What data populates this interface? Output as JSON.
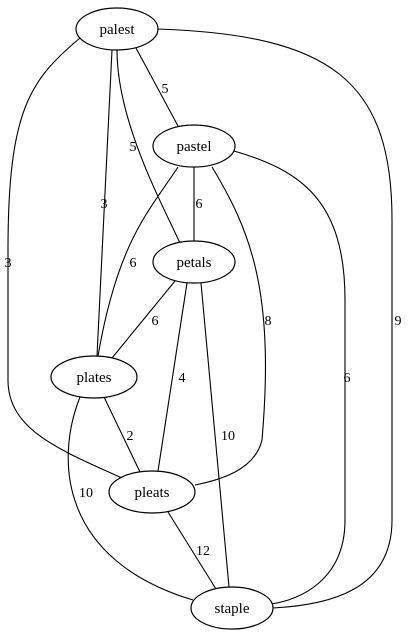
{
  "graph": {
    "nodes": [
      {
        "id": "palest",
        "label": "palest"
      },
      {
        "id": "pastel",
        "label": "pastel"
      },
      {
        "id": "petals",
        "label": "petals"
      },
      {
        "id": "plates",
        "label": "plates"
      },
      {
        "id": "pleats",
        "label": "pleats"
      },
      {
        "id": "staple",
        "label": "staple"
      }
    ],
    "edges": [
      {
        "source": "palest",
        "target": "pastel",
        "weight": "5"
      },
      {
        "source": "palest",
        "target": "petals",
        "weight": "5"
      },
      {
        "source": "palest",
        "target": "plates",
        "weight": "3"
      },
      {
        "source": "palest",
        "target": "pleats",
        "weight": "3"
      },
      {
        "source": "palest",
        "target": "staple",
        "weight": "9"
      },
      {
        "source": "pastel",
        "target": "petals",
        "weight": "6"
      },
      {
        "source": "pastel",
        "target": "plates",
        "weight": "6"
      },
      {
        "source": "pastel",
        "target": "pleats",
        "weight": "8"
      },
      {
        "source": "pastel",
        "target": "staple",
        "weight": "6"
      },
      {
        "source": "petals",
        "target": "plates",
        "weight": "6"
      },
      {
        "source": "petals",
        "target": "pleats",
        "weight": "4"
      },
      {
        "source": "petals",
        "target": "staple",
        "weight": "10"
      },
      {
        "source": "plates",
        "target": "pleats",
        "weight": "2"
      },
      {
        "source": "plates",
        "target": "staple",
        "weight": "10"
      },
      {
        "source": "pleats",
        "target": "staple",
        "weight": "12"
      }
    ]
  }
}
